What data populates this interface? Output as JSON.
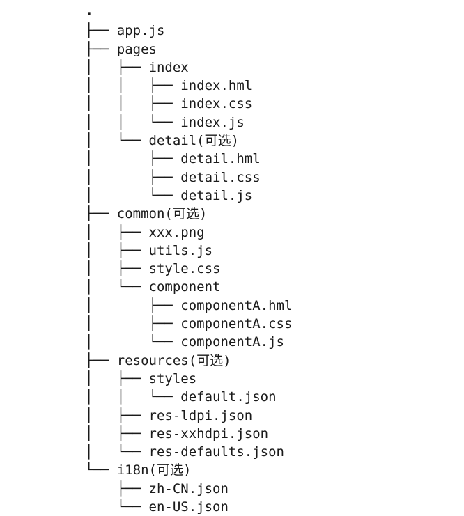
{
  "tree": {
    "lines": [
      {
        "prefix": "",
        "label": "."
      },
      {
        "prefix": "├── ",
        "label": "app.js"
      },
      {
        "prefix": "├── ",
        "label": "pages"
      },
      {
        "prefix": "│   ├── ",
        "label": "index"
      },
      {
        "prefix": "│   │   ├── ",
        "label": "index.hml"
      },
      {
        "prefix": "│   │   ├── ",
        "label": "index.css"
      },
      {
        "prefix": "│   │   └── ",
        "label": "index.js"
      },
      {
        "prefix": "│   └── ",
        "label": "detail(可选)"
      },
      {
        "prefix": "│       ├── ",
        "label": "detail.hml"
      },
      {
        "prefix": "│       ├── ",
        "label": "detail.css"
      },
      {
        "prefix": "│       └── ",
        "label": "detail.js"
      },
      {
        "prefix": "├── ",
        "label": "common(可选)"
      },
      {
        "prefix": "│   ├── ",
        "label": "xxx.png"
      },
      {
        "prefix": "│   ├── ",
        "label": "utils.js"
      },
      {
        "prefix": "│   ├── ",
        "label": "style.css"
      },
      {
        "prefix": "│   └── ",
        "label": "component"
      },
      {
        "prefix": "│       ├── ",
        "label": "componentA.hml"
      },
      {
        "prefix": "│       ├── ",
        "label": "componentA.css"
      },
      {
        "prefix": "│       └── ",
        "label": "componentA.js"
      },
      {
        "prefix": "├── ",
        "label": "resources(可选)"
      },
      {
        "prefix": "│   ├── ",
        "label": "styles"
      },
      {
        "prefix": "│   │   └── ",
        "label": "default.json"
      },
      {
        "prefix": "│   ├── ",
        "label": "res-ldpi.json"
      },
      {
        "prefix": "│   ├── ",
        "label": "res-xxhdpi.json"
      },
      {
        "prefix": "│   └── ",
        "label": "res-defaults.json"
      },
      {
        "prefix": "└── ",
        "label": "i18n(可选)"
      },
      {
        "prefix": "    ├── ",
        "label": "zh-CN.json"
      },
      {
        "prefix": "    └── ",
        "label": "en-US.json"
      }
    ]
  }
}
